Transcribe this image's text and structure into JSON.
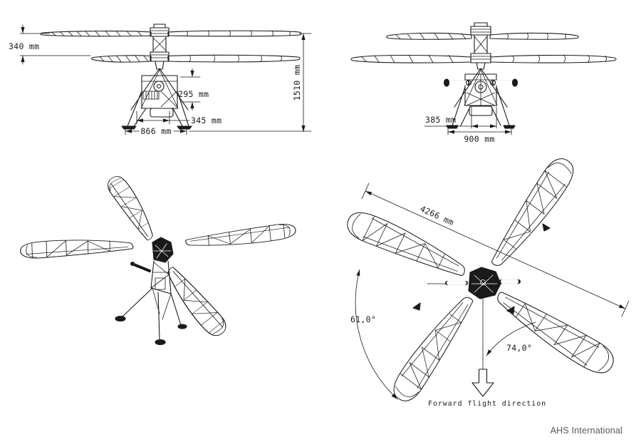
{
  "page": {
    "background": "#ffffff",
    "line_color": "#1a1a1a",
    "credit_color": "#57575b",
    "credit": "AHS International"
  },
  "side_view": {
    "rotor_separation": "340 mm",
    "fuselage_height": "295 mm",
    "fuselage_width": "345 mm",
    "skid_track": "866 mm",
    "overall_height": "1510 mm"
  },
  "front_view": {
    "inner_track": "385 mm",
    "skid_track": "900 mm"
  },
  "top_view": {
    "rotor_diameter": "4266 mm",
    "blade_angle_rear": "61,0°",
    "blade_angle_front": "74,0°",
    "forward_label": "Forward flight direction"
  }
}
